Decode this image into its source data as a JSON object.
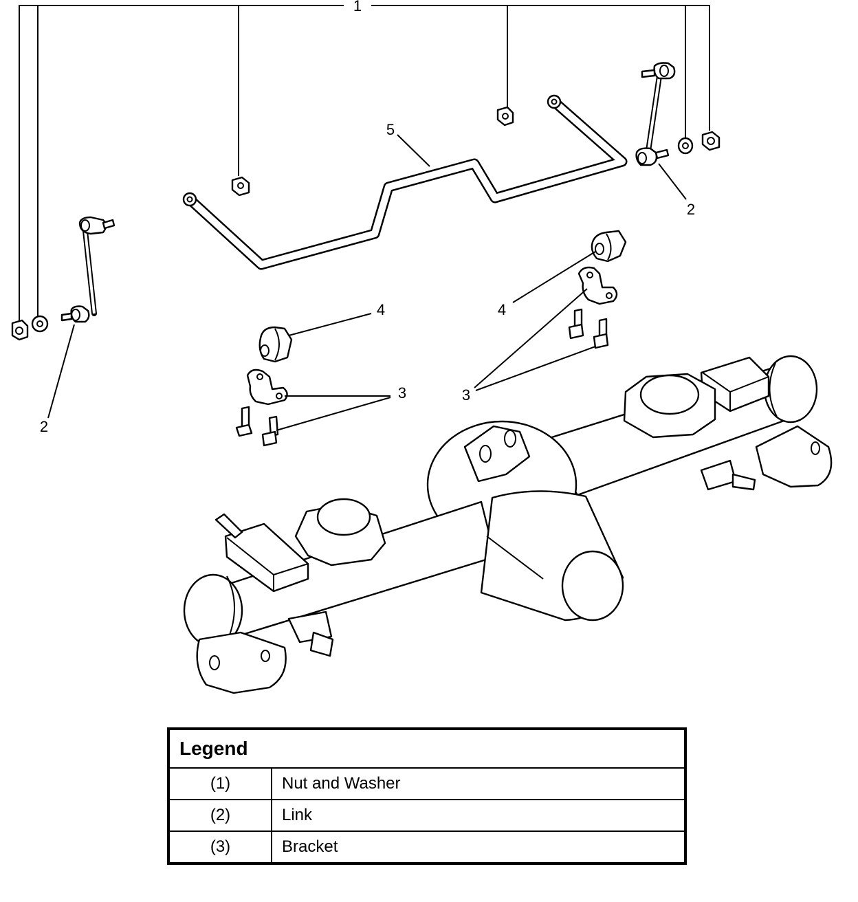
{
  "callouts": {
    "c1": "1",
    "c2_left": "2",
    "c2_right": "2",
    "c3_left": "3",
    "c3_right": "3",
    "c4_left": "4",
    "c4_right": "4",
    "c5": "5"
  },
  "legend": {
    "title": "Legend",
    "rows": [
      {
        "num": "(1)",
        "desc": "Nut and Washer"
      },
      {
        "num": "(2)",
        "desc": "Link"
      },
      {
        "num": "(3)",
        "desc": "Bracket"
      }
    ]
  }
}
